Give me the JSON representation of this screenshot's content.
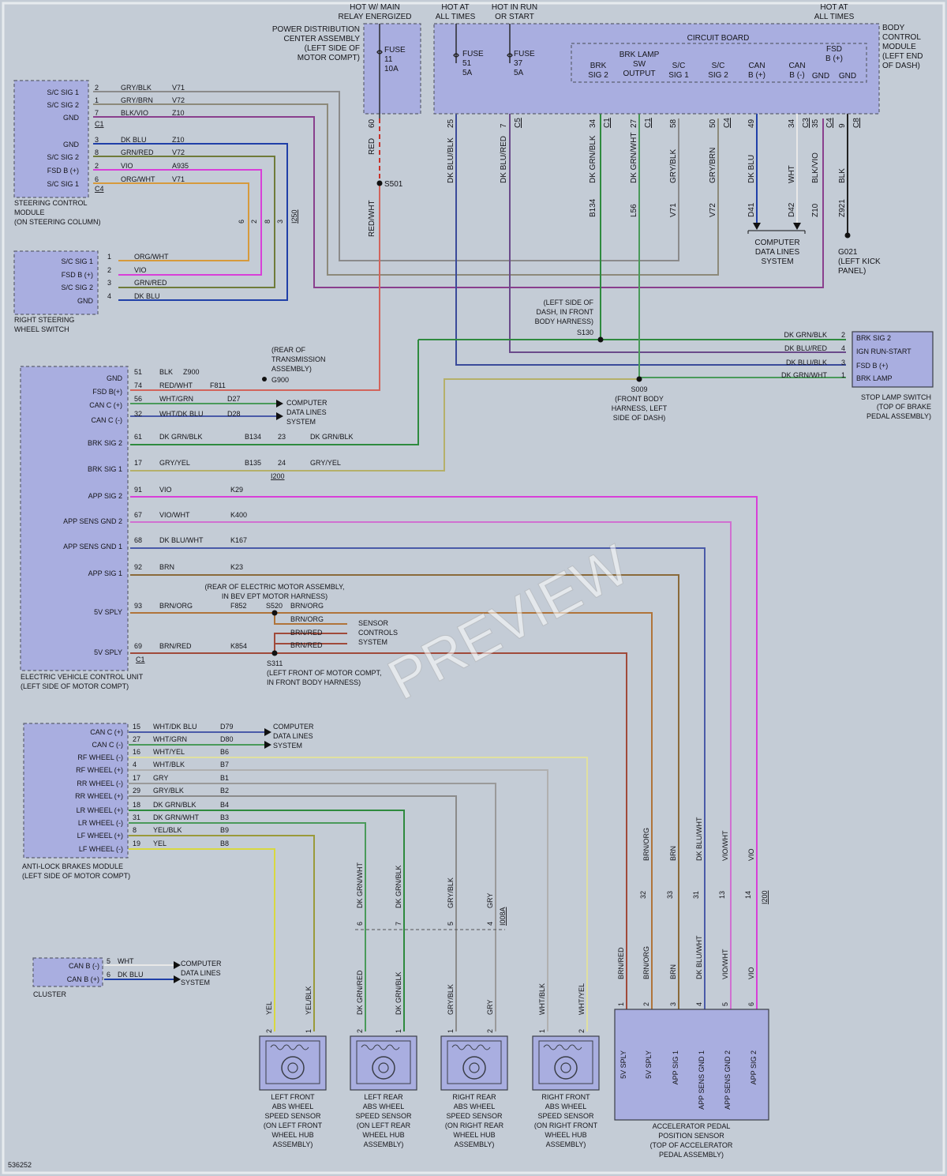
{
  "diagram_id": "536252",
  "watermark": "PREVIEW",
  "colors": {
    "background": "#c4ccd6",
    "module_fill": "#a9aee0",
    "gry_blk": "#8b8b8b",
    "gry_brn": "#8d8a7a",
    "blk_vio": "#8a3f8d",
    "dk_blu": "#1f3fa8",
    "grn_red": "#6f7b3a",
    "vio": "#d83fd8",
    "org_wht": "#d69a3c",
    "red": "#c8322a",
    "red_wht": "#d2645c",
    "dk_grn_blk": "#2e8a3e",
    "dk_grn_wht": "#4a9a5a",
    "dk_blu_red": "#6a4a8a",
    "dk_blu_blk": "#3a4a9a",
    "gry_yel": "#b5b06a",
    "vio_wht": "#d070d0",
    "dk_blu_wht": "#4a5aa8",
    "brn": "#8a6a3a",
    "brn_org": "#b0743a",
    "brn_red": "#a04a3a",
    "wht": "#e8e8e8",
    "blk": "#222222",
    "yel": "#d8d840",
    "yel_blk": "#9a9a3a",
    "gry": "#9a9a9a",
    "wht_yel": "#e0e0a0",
    "wht_blk": "#b0b0b0"
  },
  "top_labels": {
    "hot_main_relay": [
      "HOT W/ MAIN",
      "RELAY ENERGIZED"
    ],
    "hot_all_times_1": [
      "HOT AT",
      "ALL TIMES"
    ],
    "hot_in_run": [
      "HOT IN RUN",
      "OR START"
    ],
    "hot_all_times_2": [
      "HOT AT",
      "ALL TIMES"
    ]
  },
  "pdc": {
    "name": [
      "POWER DISTRIBUTION",
      "CENTER ASSEMBLY",
      "(LEFT SIDE OF",
      "MOTOR COMPT)"
    ],
    "fuse": [
      "FUSE",
      "11",
      "10A"
    ],
    "pin": "60",
    "wire_color": "RED",
    "splice": "S501",
    "wire_color_2": "RED/WHT"
  },
  "bcm": {
    "name": [
      "BODY",
      "CONTROL",
      "MODULE",
      "(LEFT END",
      "OF DASH)"
    ],
    "circuit_board": "CIRCUIT BOARD",
    "fuse51": [
      "FUSE",
      "51",
      "5A"
    ],
    "fuse37": [
      "FUSE",
      "37",
      "5A"
    ],
    "fsd": [
      "FSD",
      "B (+)"
    ],
    "pins": [
      {
        "label": [
          "BRK",
          "SIG 2"
        ],
        "pin": "34",
        "conn": "C1",
        "color": "DK GRN/BLK",
        "circuit": "B134"
      },
      {
        "label": [
          "BRK LAMP",
          "SW",
          "OUTPUT"
        ],
        "pin": "27",
        "conn": "C1",
        "color": "DK GRN/WHT",
        "circuit": "L56"
      },
      {
        "label": [
          "S/C",
          "SIG 1"
        ],
        "pin": "58",
        "conn": "",
        "color": "GRY/BLK",
        "circuit": "V71"
      },
      {
        "label": [
          "S/C",
          "SIG 2"
        ],
        "pin": "50",
        "conn": "C4",
        "color": "GRY/BRN",
        "circuit": "V72"
      },
      {
        "label": [
          "CAN",
          "B (+)"
        ],
        "pin": "49",
        "conn": "",
        "color": "DK BLU",
        "circuit": "D41"
      },
      {
        "label": [
          "CAN",
          "B (-)"
        ],
        "pin": "34",
        "conn": "C3",
        "color": "WHT",
        "circuit": "D42"
      },
      {
        "label": [
          "GND"
        ],
        "pin": "35",
        "conn": "C4",
        "color": "BLK/VIO",
        "circuit": "Z10"
      },
      {
        "label": [
          "GND"
        ],
        "pin": "9",
        "conn": "C8",
        "color": "BLK",
        "circuit": "Z921"
      }
    ],
    "fuse51_pin": {
      "pin": "25",
      "color": "DK BLU/BLK"
    },
    "fuse37_pin": {
      "pin": "7",
      "conn": "C5",
      "color": "DK BLU/RED"
    },
    "data_lines": [
      "COMPUTER",
      "DATA LINES",
      "SYSTEM"
    ],
    "ground": {
      "name": "G021",
      "desc": [
        "(LEFT KICK",
        "PANEL)"
      ]
    }
  },
  "steering_module": {
    "name": [
      "STEERING CONTROL",
      "MODULE",
      "(ON STEERING COLUMN)"
    ],
    "pins": [
      {
        "label": "S/C SIG 1",
        "pin": "2",
        "color": "GRY/BLK",
        "circuit": "V71"
      },
      {
        "label": "S/C SIG 2",
        "pin": "1",
        "color": "GRY/BRN",
        "circuit": "V72"
      },
      {
        "label": "GND",
        "pin": "7",
        "color": "BLK/VIO",
        "circuit": "Z10"
      },
      {
        "label": "GND",
        "pin": "3",
        "color": "DK BLU",
        "circuit": "Z10"
      },
      {
        "label": "S/C SIG 2",
        "pin": "8",
        "color": "GRN/RED",
        "circuit": "V72"
      },
      {
        "label": "FSD B (+)",
        "pin": "2",
        "color": "VIO",
        "circuit": "A935"
      },
      {
        "label": "S/C SIG 1",
        "pin": "6",
        "color": "ORG/WHT",
        "circuit": "V71"
      }
    ],
    "conn_c1": "C1",
    "conn_c4": "C4",
    "inline_pins": [
      "6",
      "2",
      "8",
      "3"
    ],
    "inline_conn": "I250"
  },
  "right_switch": {
    "name": [
      "RIGHT STEERING",
      "WHEEL SWITCH"
    ],
    "pins": [
      {
        "label": "S/C SIG 1",
        "pin": "1",
        "color": "ORG/WHT"
      },
      {
        "label": "FSD B (+)",
        "pin": "2",
        "color": "VIO"
      },
      {
        "label": "S/C SIG 2",
        "pin": "3",
        "color": "GRN/RED"
      },
      {
        "label": "GND",
        "pin": "4",
        "color": "DK BLU"
      }
    ]
  },
  "splice_s130": {
    "desc": [
      "(LEFT SIDE OF",
      "DASH, IN FRONT",
      "BODY HARNESS)"
    ],
    "name": "S130"
  },
  "splice_s009": {
    "name": "S009",
    "desc": [
      "(FRONT BODY",
      "HARNESS, LEFT",
      "SIDE OF DASH)"
    ]
  },
  "stop_lamp": {
    "name": [
      "STOP LAMP SWITCH",
      "(TOP OF BRAKE",
      "PEDAL ASSEMBLY)"
    ],
    "pins": [
      {
        "label": "BRK SIG 2",
        "pin": "2",
        "color": "DK GRN/BLK"
      },
      {
        "label": "IGN RUN-START",
        "pin": "4",
        "color": "DK BLU/RED"
      },
      {
        "label": "FSD B (+)",
        "pin": "3",
        "color": "DK BLU/BLK"
      },
      {
        "label": "BRK LAMP",
        "pin": "1",
        "color": "DK GRN/WHT"
      }
    ]
  },
  "evcu": {
    "name": [
      "ELECTRIC VEHICLE CONTROL UNIT",
      "(LEFT SIDE OF MOTOR COMPT)"
    ],
    "transmission_note": [
      "(REAR OF",
      "TRANSMISSION",
      "ASSEMBLY)"
    ],
    "ground": "G900",
    "data_lines": [
      "COMPUTER",
      "DATA LINES",
      "SYSTEM"
    ],
    "conn": "C1",
    "pins": [
      {
        "label": "GND",
        "pin": "51",
        "color": "BLK",
        "circuit": "Z900"
      },
      {
        "label": "FSD B(+)",
        "pin": "74",
        "color": "RED/WHT",
        "circuit": "F811"
      },
      {
        "label": "CAN C (+)",
        "pin": "56",
        "color": "WHT/GRN",
        "circuit": "D27"
      },
      {
        "label": "CAN C (-)",
        "pin": "32",
        "color": "WHT/DK BLU",
        "circuit": "D28"
      },
      {
        "label": "BRK SIG 2",
        "pin": "61",
        "color": "DK GRN/BLK",
        "circuit": "B134"
      },
      {
        "label": "BRK SIG 1",
        "pin": "17",
        "color": "GRY/YEL",
        "circuit": "B135"
      },
      {
        "label": "APP SIG 2",
        "pin": "91",
        "color": "VIO",
        "circuit": "K29"
      },
      {
        "label": "APP SENS GND 2",
        "pin": "67",
        "color": "VIO/WHT",
        "circuit": "K400"
      },
      {
        "label": "APP SENS GND 1",
        "pin": "68",
        "color": "DK BLU/WHT",
        "circuit": "K167"
      },
      {
        "label": "APP SIG 1",
        "pin": "92",
        "color": "BRN",
        "circuit": "K23"
      },
      {
        "label": "5V SPLY",
        "pin": "93",
        "color": "BRN/ORG",
        "circuit": "F852"
      },
      {
        "label": "5V SPLY",
        "pin": "69",
        "color": "BRN/RED",
        "circuit": "K854"
      }
    ],
    "i200": {
      "conn": "I200",
      "pin23": "23",
      "pin24": "24",
      "color23": "DK GRN/BLK",
      "color24": "GRY/YEL"
    },
    "s520": {
      "name": "S520",
      "note": [
        "(REAR OF ELECTRIC MOTOR ASSEMBLY,",
        "IN BEV EPT MOTOR HARNESS)"
      ],
      "c1": "BRN/ORG",
      "c2": "BRN/ORG"
    },
    "s311": {
      "name": "S311",
      "note": [
        "(LEFT FRONT OF MOTOR COMPT,",
        "IN FRONT BODY HARNESS)"
      ],
      "c1": "BRN/RED",
      "c2": "BRN/RED"
    },
    "sensor_ctrl": [
      "SENSOR",
      "CONTROLS",
      "SYSTEM"
    ]
  },
  "abs": {
    "name": [
      "ANTI-LOCK BRAKES MODULE",
      "(LEFT SIDE OF MOTOR COMPT)"
    ],
    "data_lines": [
      "COMPUTER",
      "DATA LINES",
      "SYSTEM"
    ],
    "pins": [
      {
        "label": "CAN C (+)",
        "pin": "15",
        "color": "WHT/DK BLU",
        "circuit": "D79"
      },
      {
        "label": "CAN C (-)",
        "pin": "27",
        "color": "WHT/GRN",
        "circuit": "D80"
      },
      {
        "label": "RF WHEEL (-)",
        "pin": "16",
        "color": "WHT/YEL",
        "circuit": "B6"
      },
      {
        "label": "RF WHEEL (+)",
        "pin": "4",
        "color": "WHT/BLK",
        "circuit": "B7"
      },
      {
        "label": "RR WHEEL (-)",
        "pin": "17",
        "color": "GRY",
        "circuit": "B1"
      },
      {
        "label": "RR WHEEL (+)",
        "pin": "29",
        "color": "GRY/BLK",
        "circuit": "B2"
      },
      {
        "label": "LR WHEEL (+)",
        "pin": "18",
        "color": "DK GRN/BLK",
        "circuit": "B4"
      },
      {
        "label": "LR WHEEL (-)",
        "pin": "31",
        "color": "DK GRN/WHT",
        "circuit": "B3"
      },
      {
        "label": "LF WHEEL (+)",
        "pin": "8",
        "color": "YEL/BLK",
        "circuit": "B9"
      },
      {
        "label": "LF WHEEL (-)",
        "pin": "19",
        "color": "YEL",
        "circuit": "B8"
      }
    ],
    "i008a": {
      "conn": "I008A",
      "pins": [
        "6",
        "7",
        "5",
        "4"
      ],
      "colors": [
        "DK GRN/WHT",
        "DK GRN/BLK",
        "GRY/BLK",
        "GRY"
      ]
    }
  },
  "cluster": {
    "name": "CLUSTER",
    "data_lines": [
      "COMPUTER",
      "DATA LINES",
      "SYSTEM"
    ],
    "pins": [
      {
        "label": "CAN B (-)",
        "pin": "5",
        "color": "WHT"
      },
      {
        "label": "CAN B (+)",
        "pin": "6",
        "color": "DK BLU"
      }
    ]
  },
  "sensors": [
    {
      "name": [
        "LEFT FRONT",
        "ABS WHEEL",
        "SPEED SENSOR",
        "(ON LEFT FRONT",
        "WHEEL HUB",
        "ASSEMBLY)"
      ],
      "c1": "YEL",
      "c2": "YEL/BLK",
      "p1": "2",
      "p2": "1"
    },
    {
      "name": [
        "LEFT REAR",
        "ABS WHEEL",
        "SPEED SENSOR",
        "(ON LEFT REAR",
        "WHEEL HUB",
        "ASSEMBLY)"
      ],
      "c1": "DK GRN/RED",
      "c2": "DK GRN/BLK",
      "p1": "2",
      "p2": "1"
    },
    {
      "name": [
        "RIGHT REAR",
        "ABS WHEEL",
        "SPEED SENSOR",
        "(ON RIGHT REAR",
        "WHEEL HUB",
        "ASSEMBLY)"
      ],
      "c1": "GRY/BLK",
      "c2": "GRY",
      "p1": "1",
      "p2": "2"
    },
    {
      "name": [
        "RIGHT FRONT",
        "ABS WHEEL",
        "SPEED SENSOR",
        "(ON RIGHT FRONT",
        "WHEEL HUB",
        "ASSEMBLY)"
      ],
      "c1": "WHT/BLK",
      "c2": "WHT/YEL",
      "p1": "1",
      "p2": "2"
    }
  ],
  "app_sensor": {
    "name": [
      "ACCELERATOR PEDAL",
      "POSITION SENSOR",
      "(TOP OF ACCELERATOR",
      "PEDAL ASSEMBLY)"
    ],
    "pins": [
      {
        "label": "5V SPLY",
        "pin": "1",
        "color": "BRN/RED"
      },
      {
        "label": "5V SPLY",
        "pin": "2",
        "color": "BRN/ORG"
      },
      {
        "label": "APP SIG 1",
        "pin": "3",
        "color": "BRN"
      },
      {
        "label": "APP SENS GND 1",
        "pin": "4",
        "color": "DK BLU/WHT"
      },
      {
        "label": "APP SENS GND 2",
        "pin": "5",
        "color": "VIO/WHT"
      },
      {
        "label": "APP SIG 2",
        "pin": "6",
        "color": "VIO"
      }
    ],
    "i200_pins": [
      "32",
      "33",
      "31",
      "13",
      "14"
    ],
    "i200": "I200",
    "upper_colors": [
      "BRN/ORG",
      "BRN",
      "DK BLU/WHT",
      "VIO/WHT",
      "VIO"
    ]
  }
}
